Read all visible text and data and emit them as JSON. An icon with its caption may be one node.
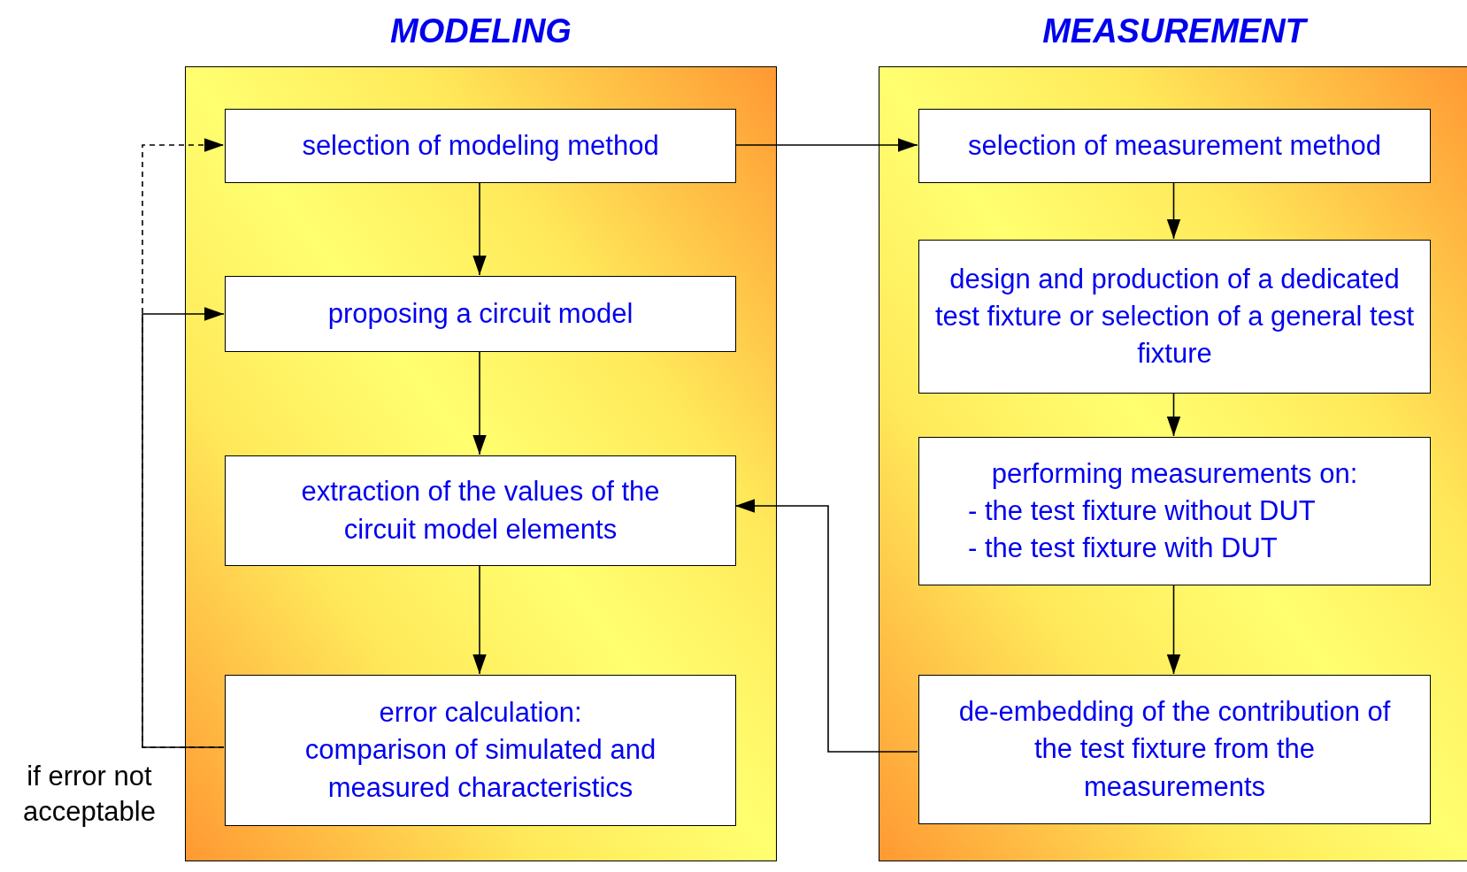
{
  "diagram": {
    "nodes": [
      {
        "text": [
          "MODELING"
        ]
      },
      {
        "text": [
          "selection of modeling method"
        ],
        "in": 0
      },
      {
        "text": [
          "proposing a circuit model"
        ],
        "in": 0
      },
      {
        "text": [
          "extraction of the values of the circuit model elements"
        ],
        "in": 0
      },
      {
        "text": [
          "error calculation:",
          "comparison of simulated and measured characteristics"
        ],
        "in": 0
      },
      {
        "text": [
          "MEASUREMENT"
        ]
      },
      {
        "text": [
          "selection of measurement method"
        ],
        "in": 5
      },
      {
        "text": [
          "design and production of a dedicated test fixture or selection of a general test fixture"
        ],
        "in": 5
      },
      {
        "text": [
          "performing measurements on:",
          "- the test fixture without DUT",
          "- the test fixture with DUT"
        ],
        "in": 5
      },
      {
        "text": [
          "de-embedding of the contribution of the test fixture from the measurements"
        ],
        "in": 5
      }
    ],
    "edges": [
      {
        "from": 1,
        "to": 2,
        "arrow": "to"
      },
      {
        "from": 2,
        "to": 3,
        "arrow": "to"
      },
      {
        "from": 3,
        "to": 4,
        "arrow": "to"
      },
      {
        "from": 1,
        "to": 6,
        "arrow": "to"
      },
      {
        "from": 6,
        "to": 7,
        "arrow": "to"
      },
      {
        "from": 7,
        "to": 8,
        "arrow": "to"
      },
      {
        "from": 8,
        "to": 9,
        "arrow": "to"
      },
      {
        "from": 9,
        "to": 3,
        "arrow": "to"
      },
      {
        "from": 4,
        "to": 1,
        "arrow": "to",
        "style": "dashed"
      },
      {
        "from": 4,
        "to": 2,
        "arrow": "to"
      }
    ],
    "labels": [
      "if error not acceptable"
    ]
  }
}
